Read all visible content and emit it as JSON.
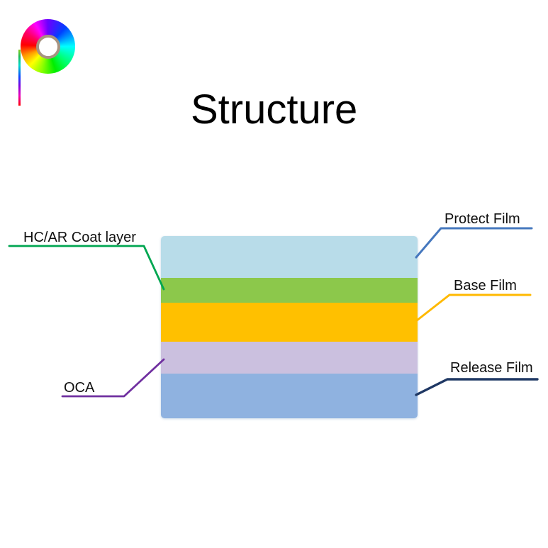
{
  "slide": {
    "title": "Structure",
    "background": "#ffffff"
  },
  "logo": {
    "icon": "rainbow-color-wheel",
    "hub_ring_color": "#a89380"
  },
  "diagram": {
    "layers": [
      {
        "name": "protect-film-layer",
        "color": "#b8dce9"
      },
      {
        "name": "hc-ar-coat-layer",
        "color": "#8cc84b"
      },
      {
        "name": "base-film-layer",
        "color": "#ffc000"
      },
      {
        "name": "oca-layer",
        "color": "#cbc0df"
      },
      {
        "name": "release-film-layer",
        "color": "#8fb2e0"
      }
    ],
    "callouts": {
      "hc_ar": {
        "text": "HC/AR Coat layer",
        "line_color": "#00a651"
      },
      "oca": {
        "text": "OCA",
        "line_color": "#7030a0"
      },
      "protect": {
        "text": "Protect Film",
        "line_color": "#4678be"
      },
      "base": {
        "text": "Base Film",
        "line_color": "#ffb900"
      },
      "release": {
        "text": "Release Film",
        "line_color": "#1f3864"
      }
    }
  }
}
